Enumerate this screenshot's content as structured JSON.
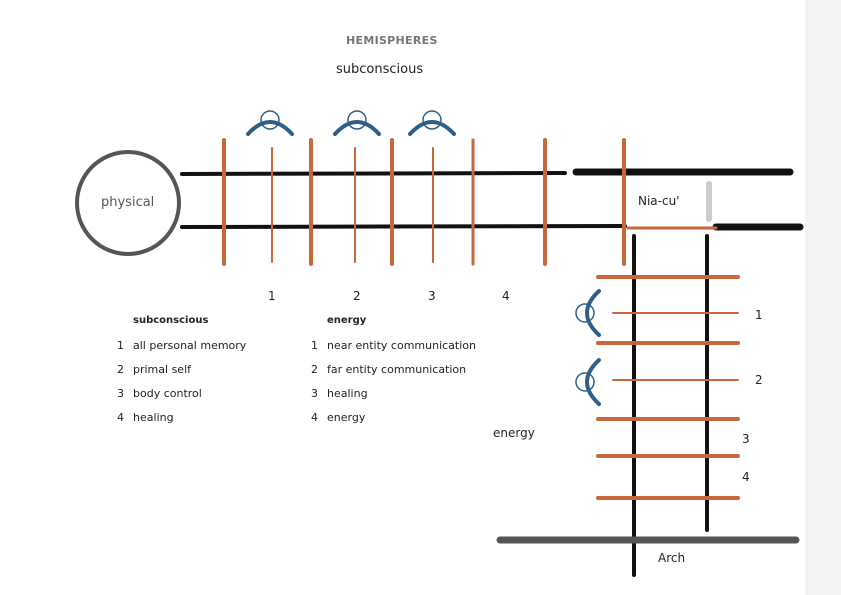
{
  "title": "HEMISPHERES",
  "top_label": "subconscious",
  "circle_label": "physical",
  "node_label": "Nia-cu'",
  "energy_label": "energy",
  "arch_label": "Arch",
  "horizontal_numbers": [
    "1",
    "2",
    "3",
    "4"
  ],
  "vertical_numbers": [
    "1",
    "2",
    "3",
    "4"
  ],
  "legend": [
    {
      "heading": "subconscious",
      "items": [
        {
          "n": "1",
          "text": "all personal memory"
        },
        {
          "n": "2",
          "text": "primal self"
        },
        {
          "n": "3",
          "text": "body control"
        },
        {
          "n": "4",
          "text": "healing"
        }
      ]
    },
    {
      "heading": "energy",
      "items": [
        {
          "n": "1",
          "text": "near entity communication"
        },
        {
          "n": "2",
          "text": "far entity communication"
        },
        {
          "n": "3",
          "text": "healing"
        },
        {
          "n": "4",
          "text": "energy"
        }
      ]
    }
  ],
  "colors": {
    "orange": "#c8673a",
    "black": "#111111",
    "blue": "#2f5f86",
    "gray": "#555555"
  }
}
